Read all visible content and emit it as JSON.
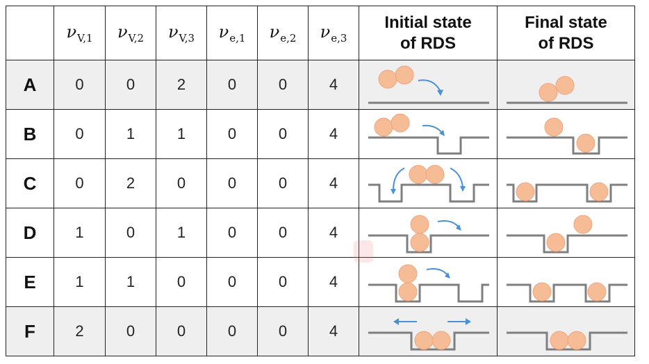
{
  "header": {
    "columns": [
      {
        "symbol": "ν",
        "sub": "V,1"
      },
      {
        "symbol": "ν",
        "sub": "V,2"
      },
      {
        "symbol": "ν",
        "sub": "V,3"
      },
      {
        "symbol": "ν",
        "sub": "e,1"
      },
      {
        "symbol": "ν",
        "sub": "e,2"
      },
      {
        "symbol": "ν",
        "sub": "e,3"
      }
    ],
    "initial_line1": "Initial state",
    "initial_line2": "of RDS",
    "final_line1": "Final state",
    "final_line2": "of RDS"
  },
  "rows": [
    {
      "label": "A",
      "values": [
        "0",
        "0",
        "2",
        "0",
        "0",
        "4"
      ]
    },
    {
      "label": "B",
      "values": [
        "0",
        "1",
        "1",
        "0",
        "0",
        "4"
      ]
    },
    {
      "label": "C",
      "values": [
        "0",
        "2",
        "0",
        "0",
        "0",
        "4"
      ]
    },
    {
      "label": "D",
      "values": [
        "1",
        "0",
        "1",
        "0",
        "0",
        "4"
      ]
    },
    {
      "label": "E",
      "values": [
        "1",
        "1",
        "0",
        "0",
        "0",
        "4"
      ]
    },
    {
      "label": "F",
      "values": [
        "2",
        "0",
        "0",
        "0",
        "0",
        "4"
      ]
    }
  ],
  "colors": {
    "ball": "#f6bc96",
    "ball_stroke": "#eea57e",
    "surface": "#7f7f7f",
    "arrow": "#4a90d6",
    "shade": "#efefef"
  }
}
